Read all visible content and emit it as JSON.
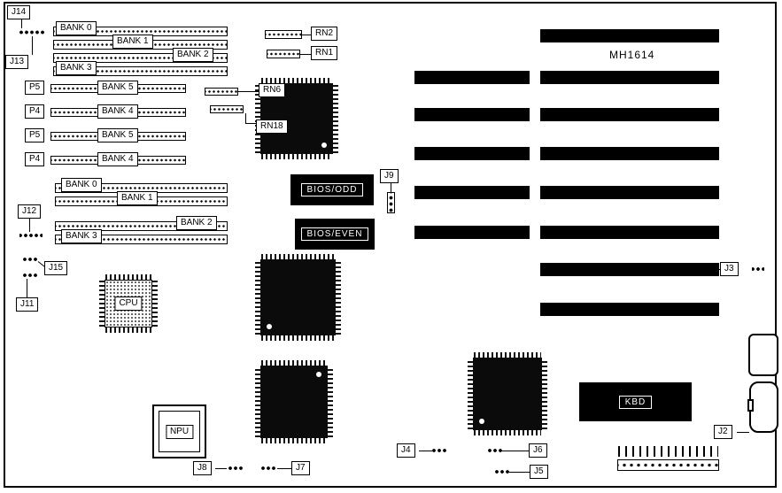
{
  "board": {
    "model": "MH1614"
  },
  "components": {
    "cpu": "CPU",
    "npu": "NPU",
    "kbd": "KBD",
    "bios_odd": "BIOS/ODD",
    "bios_even": "BIOS/EVEN"
  },
  "jumpers": {
    "j2": "J2",
    "j3": "J3",
    "j4": "J4",
    "j5": "J5",
    "j6": "J6",
    "j7": "J7",
    "j8": "J8",
    "j9": "J9",
    "j11": "J11",
    "j12": "J12",
    "j13": "J13",
    "j14": "J14",
    "j15": "J15"
  },
  "resistor_networks": {
    "rn1": "RN1",
    "rn2": "RN2",
    "rn6": "RN6",
    "rn18": "RN18"
  },
  "memory": {
    "top_banks": [
      "BANK 0",
      "BANK 1",
      "BANK 2",
      "BANK 3"
    ],
    "mid_rows": [
      {
        "p": "P5",
        "bank": "BANK 5"
      },
      {
        "p": "P4",
        "bank": "BANK 4"
      },
      {
        "p": "P5",
        "bank": "BANK 5"
      },
      {
        "p": "P4",
        "bank": "BANK 4"
      }
    ],
    "lower_banks": [
      "BANK 0",
      "BANK 1",
      "BANK 2",
      "BANK 3"
    ]
  }
}
